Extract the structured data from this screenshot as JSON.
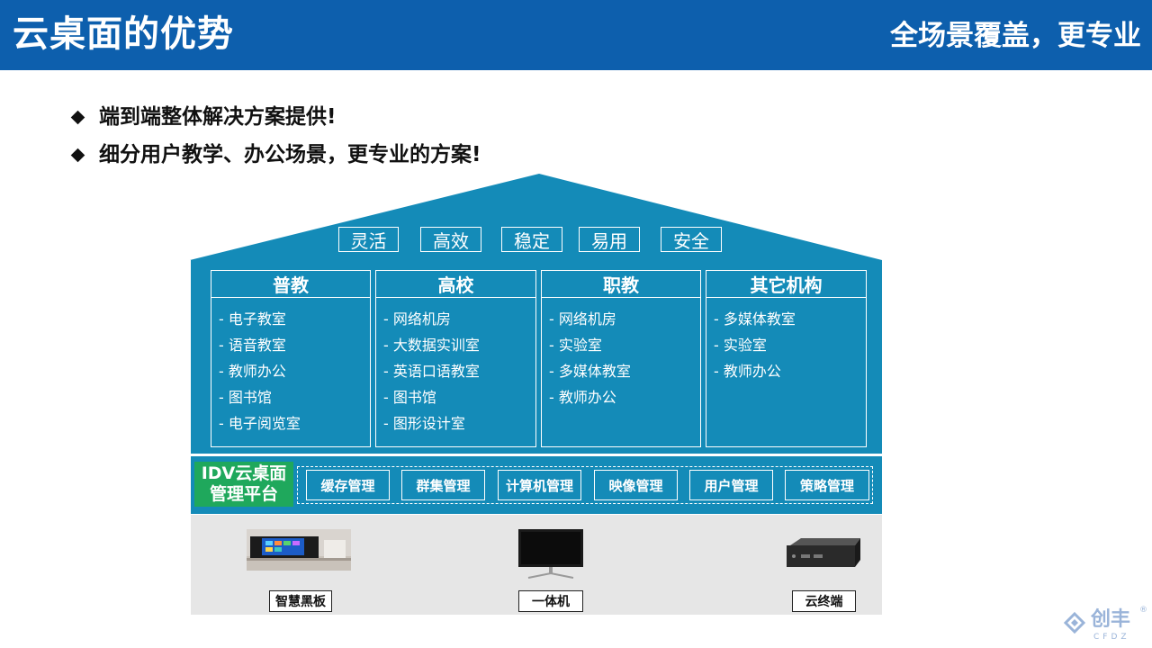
{
  "header": {
    "title": "云桌面的优势",
    "slogan": "全场景覆盖，更专业"
  },
  "bullets": [
    "端到端整体解决方案提供!",
    "细分用户教学、办公场景，更专业的方案!"
  ],
  "features": [
    "灵活",
    "高效",
    "稳定",
    "易用",
    "安全"
  ],
  "columns": [
    {
      "title": "普教",
      "items": [
        "- 电子教室",
        "- 语音教室",
        "- 教师办公",
        "- 图书馆",
        "- 电子阅览室"
      ]
    },
    {
      "title": "高校",
      "items": [
        "- 网络机房",
        "- 大数据实训室",
        "- 英语口语教室",
        "- 图书馆",
        "- 图形设计室"
      ]
    },
    {
      "title": "职教",
      "items": [
        "- 网络机房",
        "- 实验室",
        "- 多媒体教室",
        "- 教师办公"
      ]
    },
    {
      "title": "其它机构",
      "items": [
        "- 多媒体教室",
        "- 实验室",
        "- 教师办公"
      ]
    }
  ],
  "platform": {
    "label_line1": "IDV云桌面",
    "label_line2": "管理平台",
    "modules": [
      "缓存管理",
      "群集管理",
      "计算机管理",
      "映像管理",
      "用户管理",
      "策略管理"
    ]
  },
  "devices": [
    "智慧黑板",
    "一体机",
    "云终端"
  ],
  "logo": {
    "text": "创丰",
    "subtext": "CFDZ",
    "mark": "®"
  },
  "colors": {
    "header_blue": "#0d5fad",
    "house_teal": "#148bb8",
    "platform_green": "#1fa85c",
    "device_bg": "#e6e6e6"
  }
}
